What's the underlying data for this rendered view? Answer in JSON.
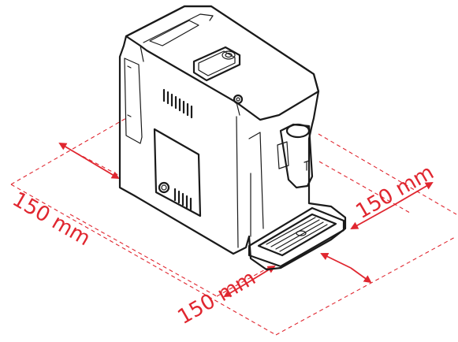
{
  "colors": {
    "dimension": "#e0262f",
    "outline": "#1a1a1a",
    "background": "#ffffff"
  },
  "dimensions": {
    "left": "150 mm",
    "front": "150 mm",
    "right": "150 mm"
  },
  "icons": {
    "brand_logo": "tassimo-logo-icon",
    "power_button": "power-button-icon"
  }
}
